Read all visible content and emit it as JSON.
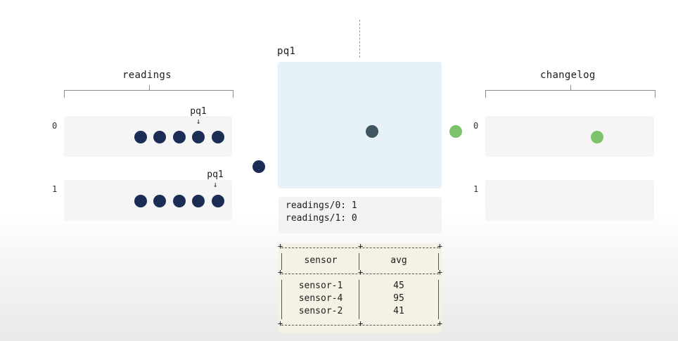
{
  "readings": {
    "title": "readings",
    "partitions": [
      {
        "label": "0",
        "dots": 5,
        "marker": "pq1"
      },
      {
        "label": "1",
        "dots": 5,
        "marker": "pq1"
      }
    ]
  },
  "processor": {
    "title": "pq1",
    "offsets": [
      "readings/0: 1",
      "readings/1: 0"
    ],
    "table": {
      "headers": [
        "sensor",
        "avg"
      ],
      "rows": [
        [
          "sensor-1",
          "45"
        ],
        [
          "sensor-4",
          "95"
        ],
        [
          "sensor-2",
          "41"
        ]
      ]
    }
  },
  "changelog": {
    "title": "changelog",
    "partitions": [
      {
        "label": "0"
      },
      {
        "label": "1"
      }
    ]
  },
  "colors": {
    "record_navy": "#1b2d55",
    "record_green": "#7cc36b",
    "record_in_processor": "#3f5660",
    "processor_bg": "#e7f1f8",
    "table_bg": "#f5f1e4"
  }
}
